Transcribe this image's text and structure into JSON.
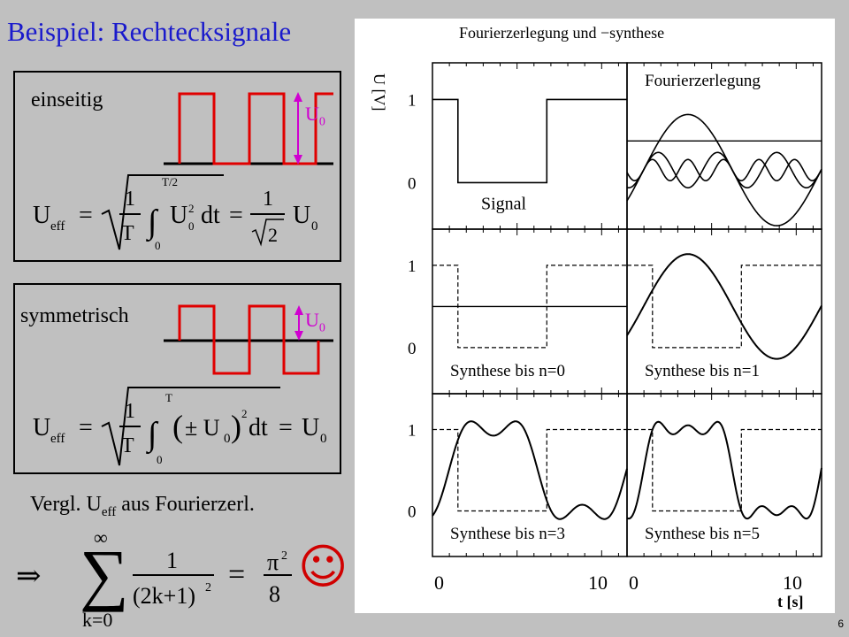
{
  "slide": {
    "title": "Beispiel: Rechtecksignale",
    "page_number": "6"
  },
  "left": {
    "box1": {
      "label": "einseitig",
      "amplitude_label": "U",
      "amplitude_sub": "0",
      "formula_lhs": "U",
      "formula_lhs_sub": "eff",
      "formula_rhs": "1/√2 · U₀",
      "upper_limit": "T/2"
    },
    "box2": {
      "label": "symmetrisch",
      "amplitude_label": "U",
      "amplitude_sub": "0",
      "formula_lhs": "U",
      "formula_lhs_sub": "eff",
      "formula_rhs": "U₀",
      "upper_limit": "T"
    },
    "comparison_prefix": "Vergl. U",
    "comparison_sub": "eff",
    "comparison_suffix": " aus Fourierzerl.",
    "sum_result": "π²/8",
    "smiley": "☺"
  },
  "figure": {
    "title": "Fourierzerlegung und −synthese",
    "y_axis_label": "U [V]",
    "x_axis_label": "t  [s]",
    "x_ticks": [
      "0",
      "10",
      "0",
      "10"
    ],
    "y_ticks": [
      "1",
      "0",
      "1",
      "0",
      "1",
      "0"
    ],
    "panels": [
      {
        "label": "Signal"
      },
      {
        "label": "Fourierzerlegung"
      },
      {
        "label": "Synthese bis n=0"
      },
      {
        "label": "Synthese bis n=1"
      },
      {
        "label": "Synthese bis n=3"
      },
      {
        "label": "Synthese bis n=5"
      }
    ]
  },
  "colors": {
    "title": "#1a1acc",
    "signal": "#e00000",
    "amplitude": "#d000d0"
  }
}
